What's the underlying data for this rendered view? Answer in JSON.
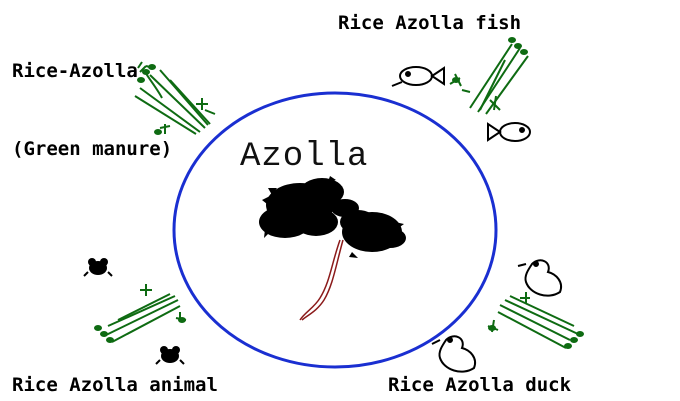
{
  "title": "Azolla",
  "labels": {
    "top_left_line1": "Rice-Azolla",
    "top_left_line2": "(Green manure)",
    "top_right": "Rice Azolla fish",
    "bottom_left": "Rice Azolla animal",
    "bottom_right": "Rice Azolla duck"
  },
  "colors": {
    "circle": "#1a2fd1",
    "plant": "#0e6b12",
    "azolla_leaves": "#000000",
    "root": "#8b1a1a"
  }
}
